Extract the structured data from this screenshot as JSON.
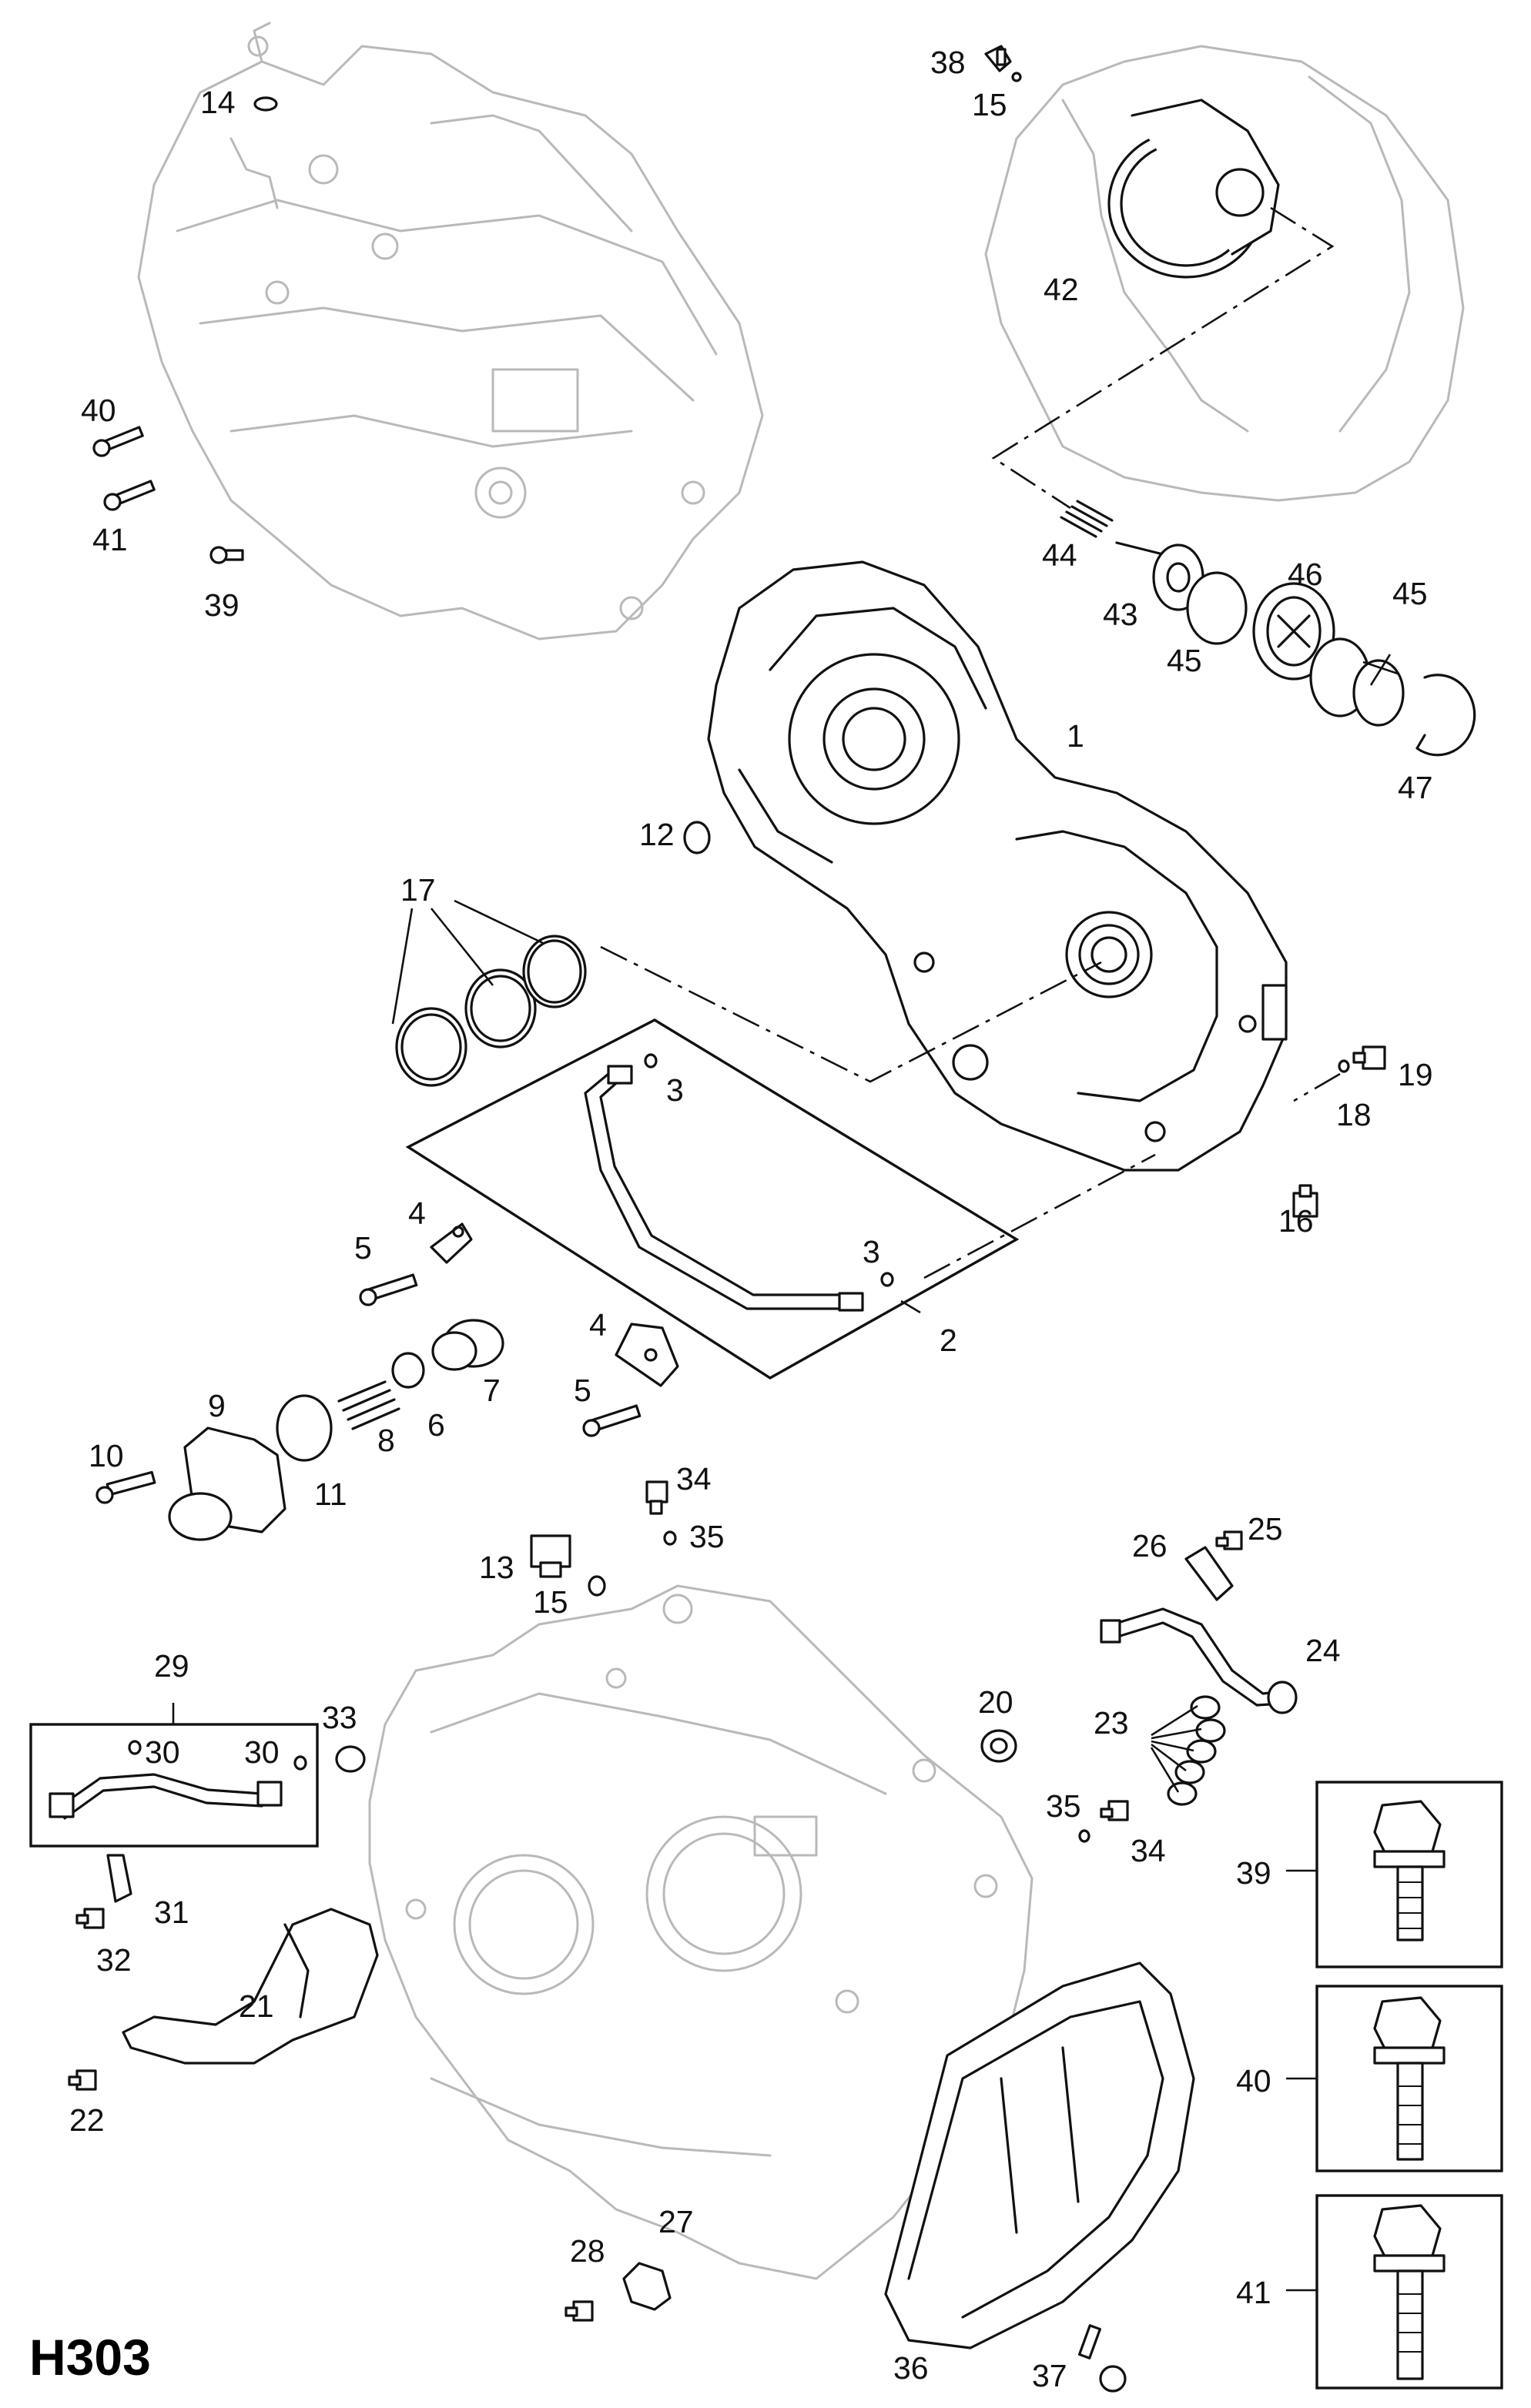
{
  "sheet_code": "H303",
  "labels": {
    "l1": "1",
    "l2": "2",
    "l3a": "3",
    "l3b": "3",
    "l4a": "4",
    "l4b": "4",
    "l5a": "5",
    "l5b": "5",
    "l6": "6",
    "l7": "7",
    "l8": "8",
    "l9": "9",
    "l10": "10",
    "l11": "11",
    "l12": "12",
    "l13": "13",
    "l14": "14",
    "l15a": "15",
    "l15b": "15",
    "l16": "16",
    "l17": "17",
    "l18": "18",
    "l19": "19",
    "l20": "20",
    "l21": "21",
    "l22": "22",
    "l23": "23",
    "l24": "24",
    "l25": "25",
    "l26": "26",
    "l27": "27",
    "l28": "28",
    "l29": "29",
    "l30a": "30",
    "l30b": "30",
    "l31": "31",
    "l32": "32",
    "l33": "33",
    "l34a": "34",
    "l34b": "34",
    "l35a": "35",
    "l35b": "35",
    "l36": "36",
    "l37": "37",
    "l38": "38",
    "l39a": "39",
    "l39b": "39",
    "l40a": "40",
    "l40b": "40",
    "l41a": "41",
    "l41b": "41",
    "l42": "42",
    "l43": "43",
    "l44": "44",
    "l45a": "45",
    "l45b": "45",
    "l46": "46",
    "l47": "47"
  }
}
